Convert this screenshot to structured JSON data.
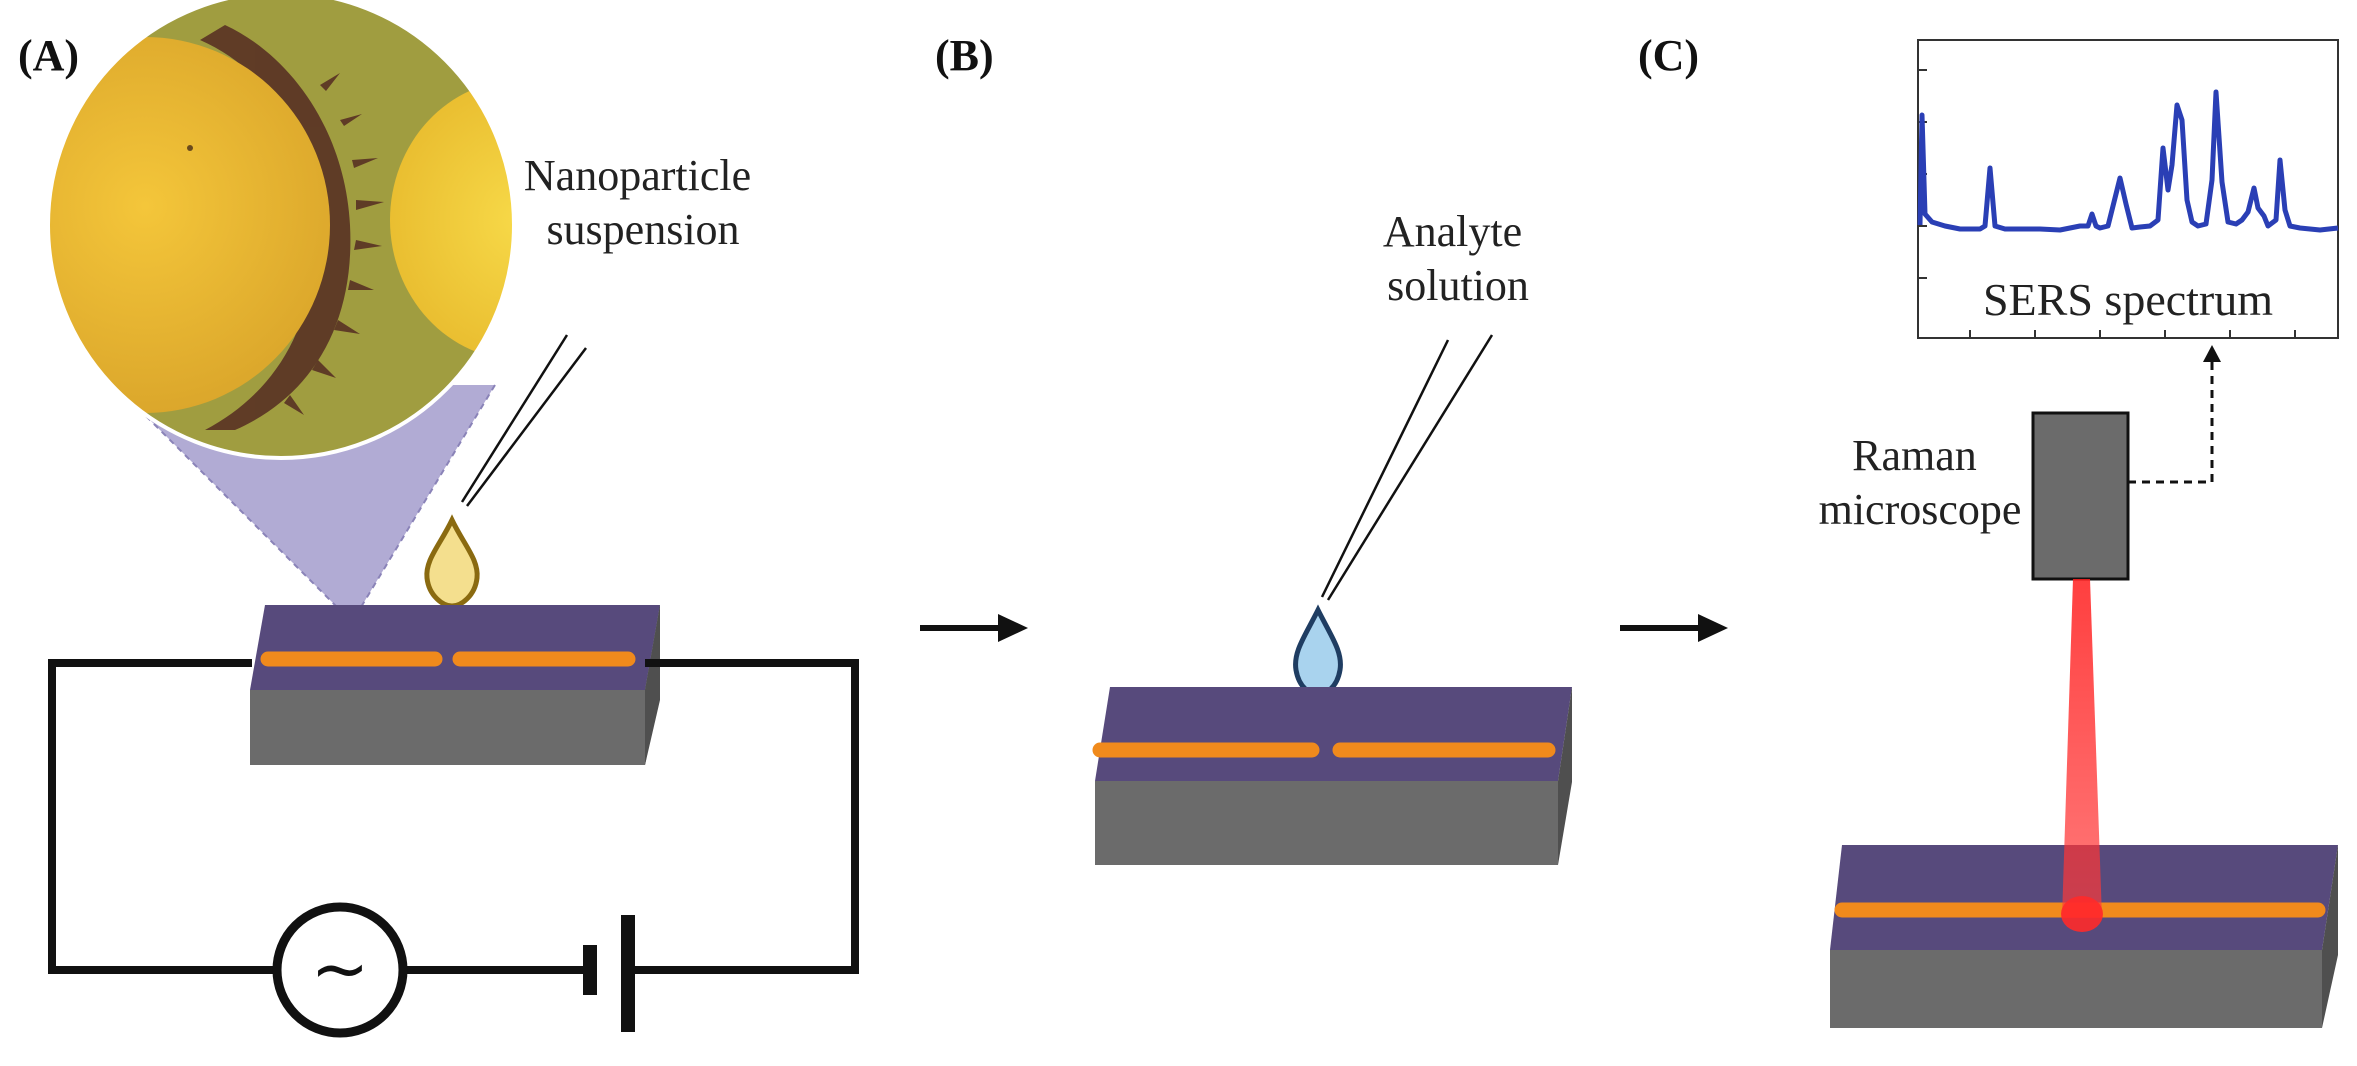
{
  "panels": {
    "a": {
      "label": "(A)",
      "callout": "Nanoparticle\nsuspension",
      "source_symbol": "~"
    },
    "b": {
      "label": "(B)",
      "callout": "Analyte\nsolution"
    },
    "c": {
      "label": "(C)",
      "microscope": "Raman\nmicroscope",
      "spectrum_title": "SERS spectrum"
    }
  },
  "colors": {
    "substrate_top": "#574a7c",
    "substrate_side": "#6b6b6b",
    "electrode": "#f08a1c",
    "droplet_a": "#f4df8e",
    "droplet_b": "#a9d3ee",
    "spectrum_line": "#2a3fb5",
    "laser": "#ff2a2a",
    "callout_cone": "#a9a2cf"
  }
}
